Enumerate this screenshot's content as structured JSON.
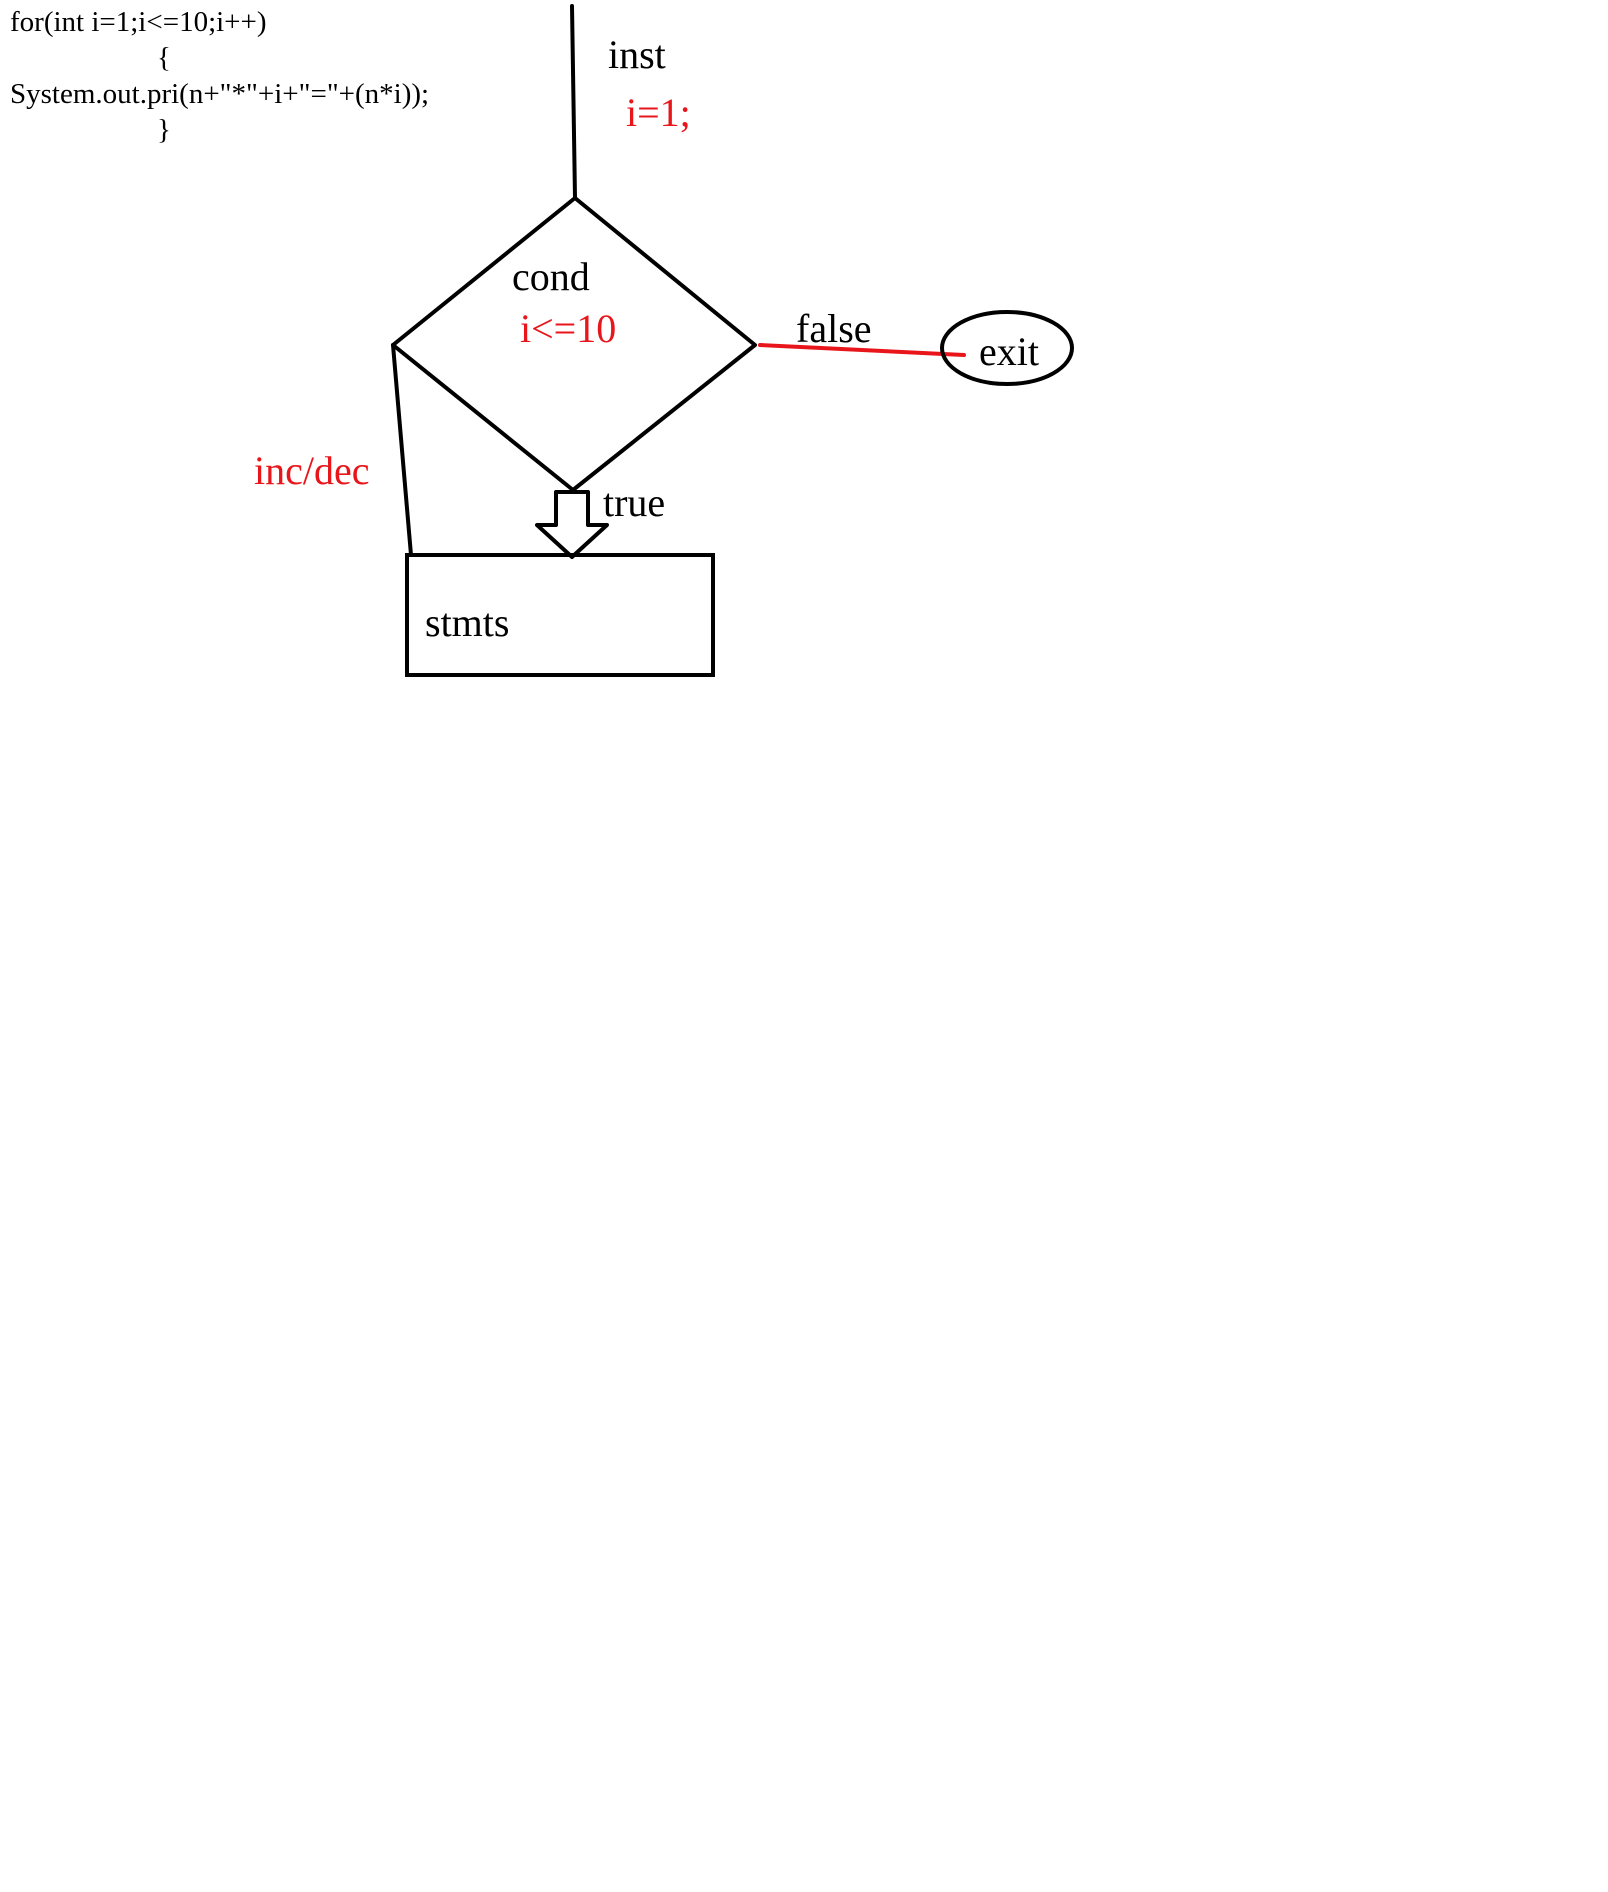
{
  "code": {
    "lines": [
      "for(int i=1;i<=10;i++)",
      "{",
      "System.out.pri(n+\"*\"+i+\"=\"+(n*i));",
      "}"
    ]
  },
  "flowchart": {
    "init_label": "inst",
    "init_value": "i=1;",
    "cond_label": "cond",
    "cond_value": "i<=10",
    "false_label": "false",
    "exit_label": "exit",
    "true_label": "true",
    "body_label": "stmts",
    "loop_label": "inc/dec"
  },
  "colors": {
    "line": "#000000",
    "accent": "#e8161b",
    "background": "#ffffff"
  }
}
